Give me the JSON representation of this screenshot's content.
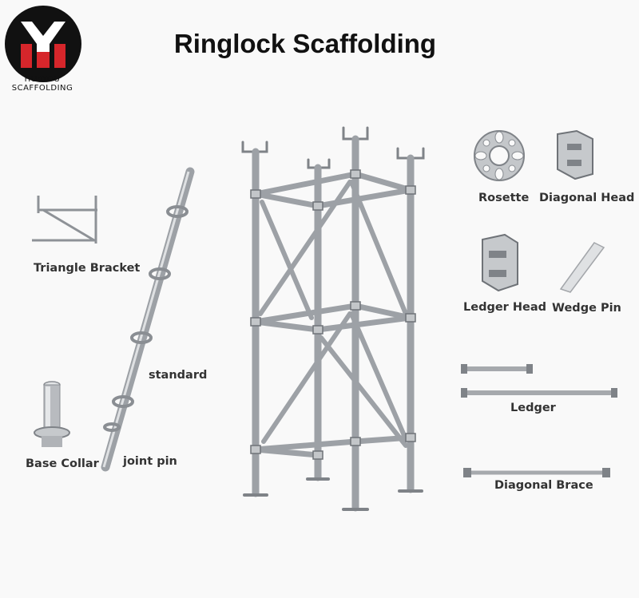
{
  "brand": {
    "logo_text": "HUAYOU SCAFFOLDING",
    "logo_colors": {
      "circle": "#111111",
      "accent": "#d6262b",
      "letters": "#ffffff"
    }
  },
  "title": "Ringlock Scaffolding",
  "components": {
    "triangle_bracket": "Triangle Bracket",
    "standard": "standard",
    "base_collar": "Base Collar",
    "joint_pin": "joint pin",
    "rosette": "Rosette",
    "diagonal_head": "Diagonal Head",
    "ledger_head": "Ledger Head",
    "wedge_pin": "Wedge Pin",
    "ledger": "Ledger",
    "diagonal_brace": "Diagonal Brace"
  },
  "colors": {
    "steel": "#a9acb0",
    "steel_dark": "#6f7378",
    "steel_light": "#dadcde",
    "text": "#333333"
  }
}
